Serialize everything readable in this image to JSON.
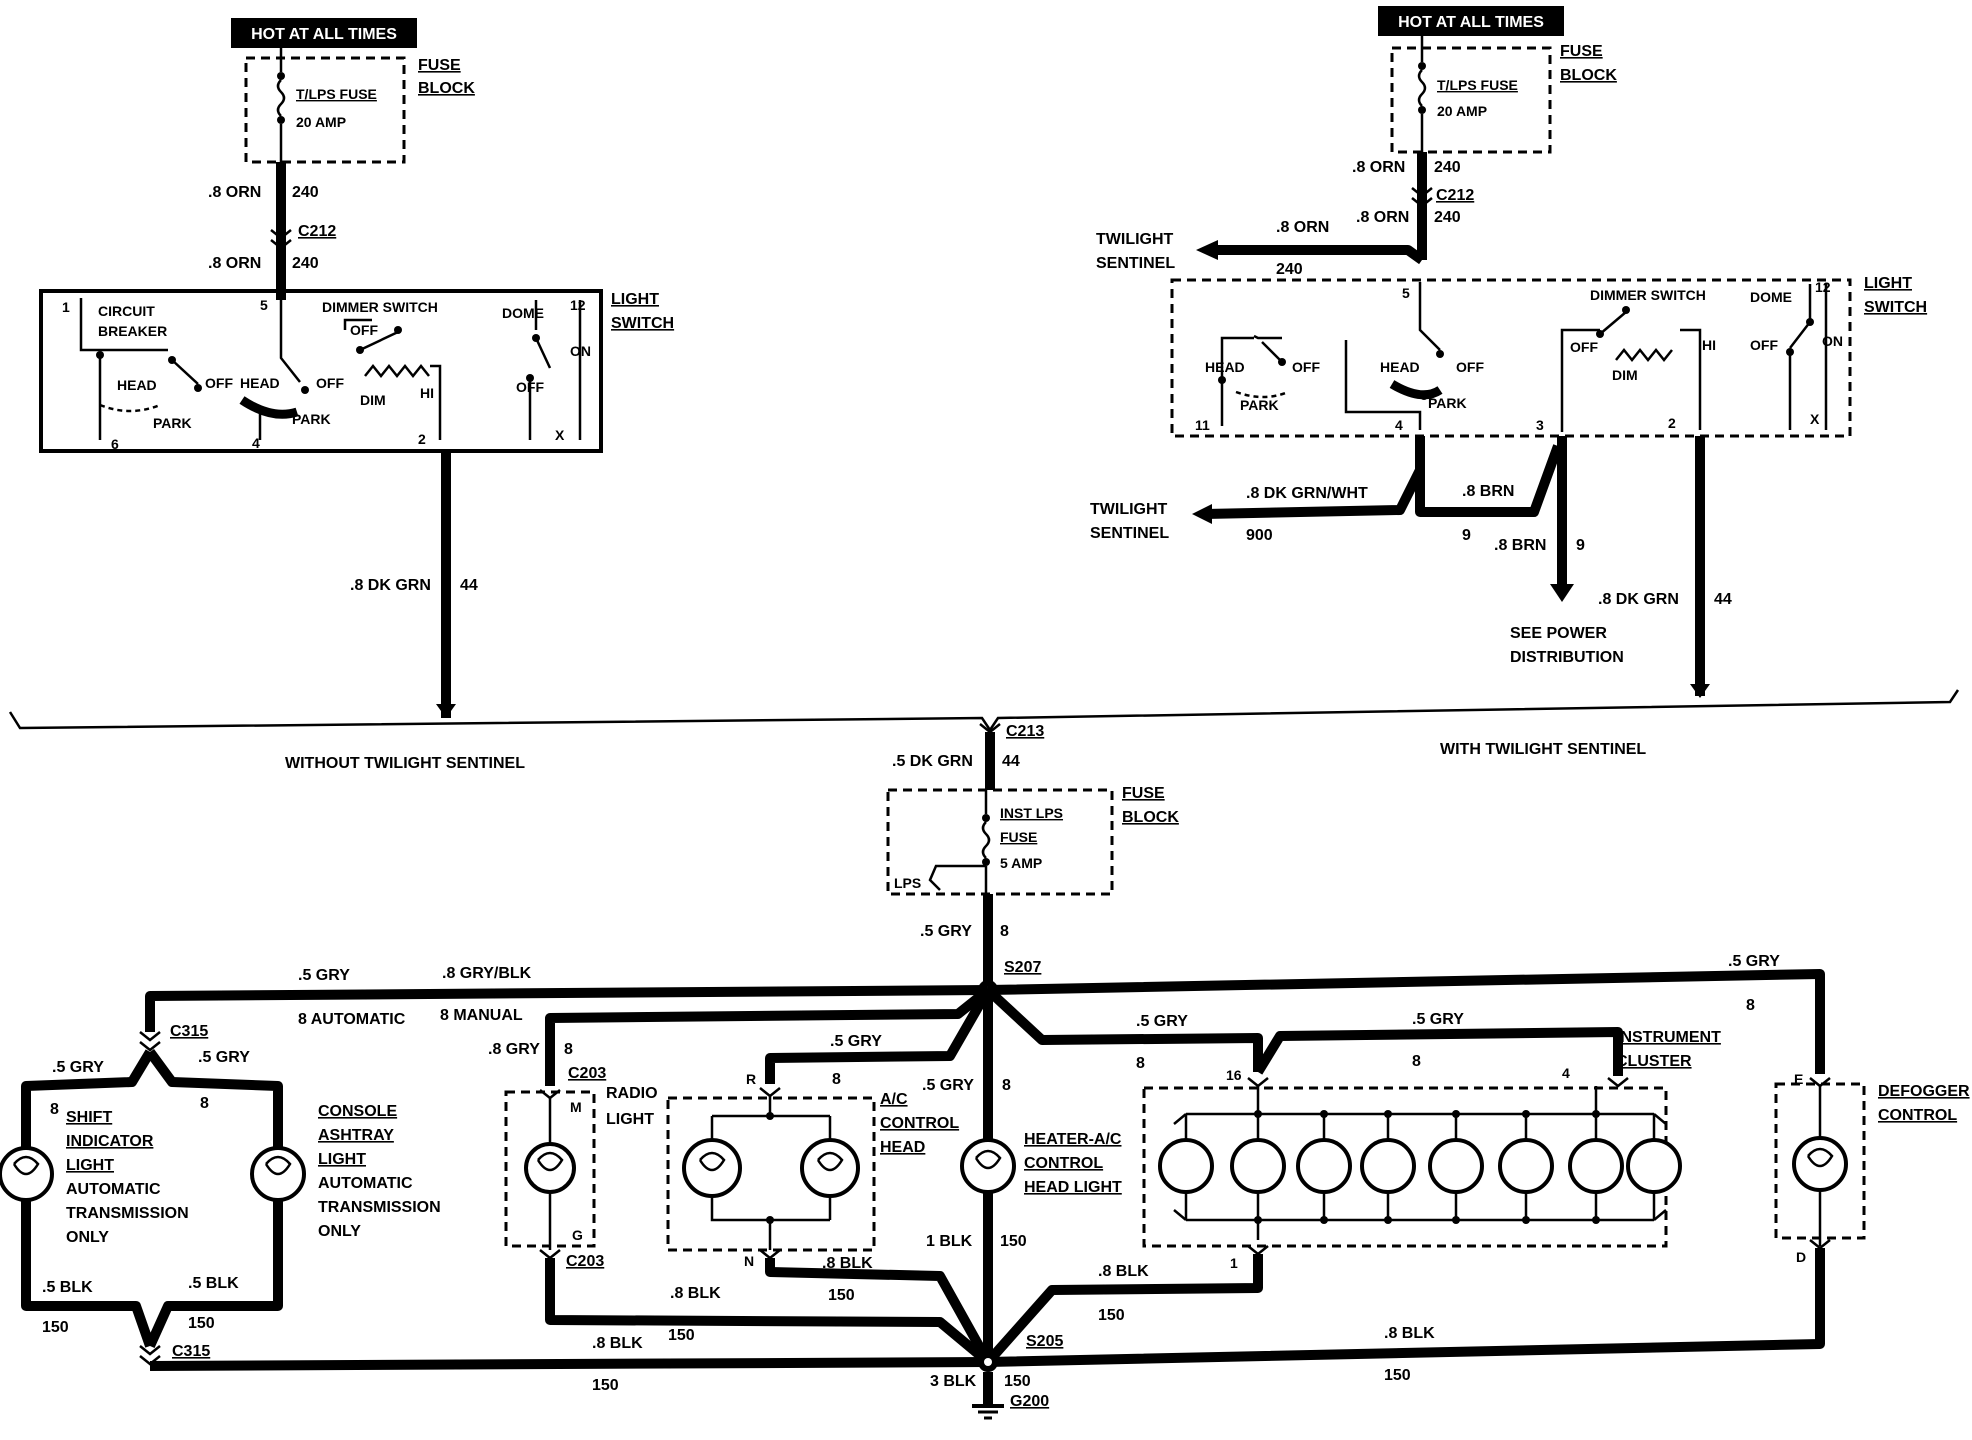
{
  "left_top": {
    "hot": "HOT AT ALL TIMES",
    "fuse_block": [
      "FUSE",
      "BLOCK"
    ],
    "fuse_name": "T/LPS FUSE",
    "fuse_amp": "20 AMP",
    "w1_size": ".8 ORN",
    "w1_circ": "240",
    "conn": "C212",
    "w2_size": ".8 ORN",
    "w2_circ": "240",
    "light_switch": [
      "LIGHT",
      "SWITCH"
    ],
    "pin1": "1",
    "circuit_breaker": [
      "CIRCUIT",
      "BREAKER"
    ],
    "pin5": "5",
    "dimmer": "DIMMER SWITCH",
    "dome": "DOME",
    "pin12": "12",
    "off1": "OFF",
    "head1": "HEAD",
    "off2": "OFF",
    "head2": "HEAD",
    "off3": "OFF",
    "park1": "PARK",
    "park2": "PARK",
    "dim": "DIM",
    "hi": "HI",
    "on": "ON",
    "off4": "OFF",
    "pin6": "6",
    "pin4": "4",
    "pinZ": "2",
    "pinX": "X",
    "w3_size": ".8 DK GRN",
    "w3_circ": "44",
    "section": "WITHOUT TWILIGHT SENTINEL"
  },
  "right_top": {
    "hot": "HOT AT ALL TIMES",
    "fuse_block": [
      "FUSE",
      "BLOCK"
    ],
    "fuse_name": "T/LPS FUSE",
    "fuse_amp": "20 AMP",
    "w1_size": ".8 ORN",
    "w1_circ": "240",
    "conn": "C212",
    "w2_size": ".8 ORN",
    "w2_circ": "240",
    "tw1": [
      "TWILIGHT",
      "SENTINEL"
    ],
    "tw1_wire": ".8 ORN",
    "tw1_circ": "240",
    "light_switch": [
      "LIGHT",
      "SWITCH"
    ],
    "pin5": "5",
    "dimmer": "DIMMER SWITCH",
    "dome": "DOME",
    "pin12": "12",
    "head1": "HEAD",
    "off1": "OFF",
    "head2": "HEAD",
    "off2": "OFF",
    "park1": "PARK",
    "park2": "PARK",
    "off3": "OFF",
    "dim": "DIM",
    "hi": "HI",
    "off4": "OFF",
    "on": "ON",
    "pin11": "11",
    "pin4": "4",
    "pin3": "3",
    "pin2": "2",
    "pinX": "X",
    "tw2": [
      "TWILIGHT",
      "SENTINEL"
    ],
    "tw2_wire": ".8 DK GRN/WHT",
    "tw2_circ": "900",
    "brn1": ".8 BRN",
    "brn1_circ": "9",
    "brn2": ".8 BRN",
    "brn2_circ": "9",
    "see_power": [
      "SEE POWER",
      "DISTRIBUTION"
    ],
    "w3_size": ".8 DK GRN",
    "w3_circ": "44",
    "section": "WITH TWILIGHT SENTINEL"
  },
  "center": {
    "c213": "C213",
    "w1_size": ".5 DK GRN",
    "w1_circ": "44",
    "fuse_block": [
      "FUSE",
      "BLOCK"
    ],
    "fuse_name": [
      "INST LPS",
      "FUSE"
    ],
    "fuse_amp": "5 AMP",
    "lps": "LPS",
    "w2_size": ".5 GRY",
    "w2_circ": "8",
    "s207": "S207",
    "s205": "S205",
    "ground_wire": "3 BLK",
    "ground_circ": "150",
    "g200": "G200"
  },
  "bottom": {
    "gry_left": ".5 GRY",
    "gry_blk": ".8 GRY/BLK",
    "auto": "8  AUTOMATIC",
    "manual": "8  MANUAL",
    "c315_top": "C315",
    "c315_bot": "C315",
    "shift_wire": ".5 GRY",
    "shift_circ": "8",
    "shift_label": [
      "SHIFT",
      "INDICATOR",
      "LIGHT",
      "AUTOMATIC",
      "TRANSMISSION",
      "ONLY"
    ],
    "ash_wire": ".5 GRY",
    "ash_circ": "8",
    "ash_label": [
      "CONSOLE",
      "ASHTRAY",
      "LIGHT",
      "AUTOMATIC",
      "TRANSMISSION",
      "ONLY"
    ],
    "blk_left1": ".5  BLK",
    "blk_left1_circ": "150",
    "blk_left2": ".5  BLK",
    "blk_left2_circ": "150",
    "radio_wire": ".8 GRY",
    "radio_circ": "8",
    "c203_top": "C203",
    "c203_bot": "C203",
    "pinM": "M",
    "pinG": "G",
    "radio_label": [
      "RADIO",
      "LIGHT"
    ],
    "ac_wire": ".5 GRY",
    "ac_circ": "8",
    "pinR": "R",
    "pinN": "N",
    "ac_label": [
      "A/C",
      "CONTROL",
      "HEAD"
    ],
    "ac_blk": ".8 BLK",
    "ac_blk_circ": "150",
    "heater_wire": ".5 GRY",
    "heater_circ": "8",
    "heater_label": [
      "HEATER-A/C",
      "CONTROL",
      "HEAD LIGHT"
    ],
    "heater_blk": "1 BLK",
    "heater_blk_circ": "150",
    "radio_blk": ".8 BLK",
    "radio_blk_circ": "150",
    "left_blk": ".8 BLK",
    "left_blk_circ": "150",
    "ic_wire1": ".5 GRY",
    "ic_circ1": "8",
    "ic_wire2": ".5 GRY",
    "ic_circ2": "8",
    "ic_pin16": "16",
    "ic_pin4": "4",
    "ic_pin1": "1",
    "ic_label": [
      "INSTRUMENT",
      "CLUSTER"
    ],
    "ic_blk": ".8 BLK",
    "ic_blk_circ": "150",
    "def_wire": ".5 GRY",
    "def_circ": "8",
    "pinE": "E",
    "pinD": "D",
    "def_label": [
      "DEFOGGER",
      "CONTROL"
    ],
    "def_blk": ".8 BLK",
    "def_blk_circ": "150"
  }
}
